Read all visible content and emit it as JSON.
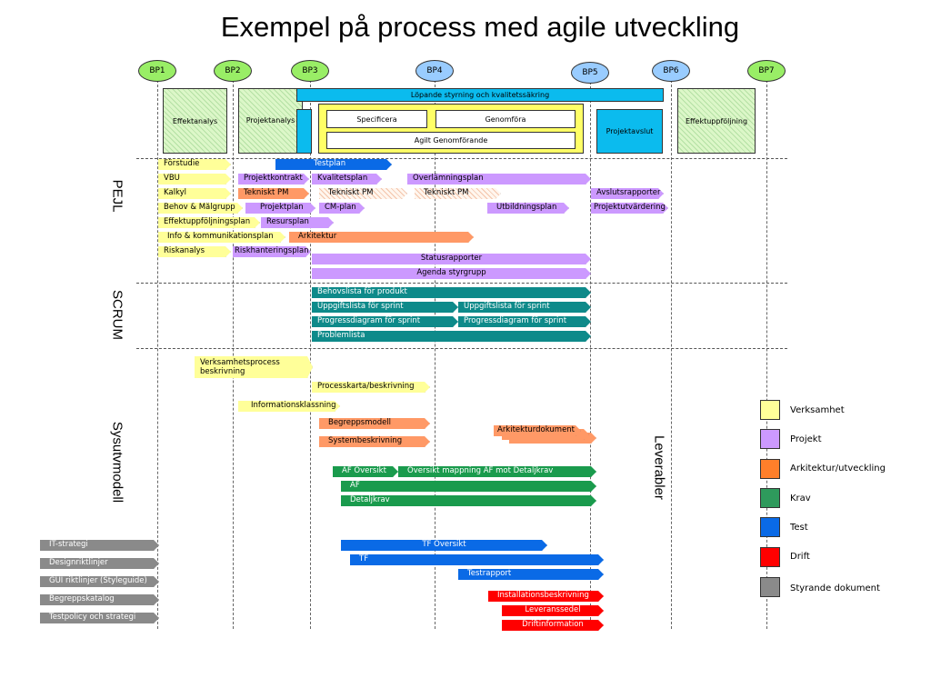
{
  "title": "Exempel på process med agile utveckling",
  "bps": [
    {
      "label": "BP1",
      "color": "#99ee66"
    },
    {
      "label": "BP2",
      "color": "#99ee66"
    },
    {
      "label": "BP3",
      "color": "#99ee66"
    },
    {
      "label": "BP4",
      "color": "#99ccff"
    },
    {
      "label": "BP5",
      "color": "#99ccff"
    },
    {
      "label": "BP6",
      "color": "#99ccff"
    },
    {
      "label": "BP7",
      "color": "#99ee66"
    }
  ],
  "top_boxes": {
    "effektanalys": "Effektanalys",
    "projektanalys": "Projektanalys",
    "lopande": "Löpande styrning och kvalitetssäkring",
    "specificera": "Specificera",
    "genomfora": "Genomföra",
    "agilt": "Agilt Genomförande",
    "projektavslut": "Projektavslut",
    "effektuppfoljning": "Effektuppföljning"
  },
  "sections": {
    "pejl": "PEJL",
    "scrum": "SCRUM",
    "sysutv": "Sysutvmodell",
    "leverabler": "Leverabler"
  },
  "bars": [
    {
      "label": "Förstudie",
      "color": "y"
    },
    {
      "label": "Testplan",
      "color": "b"
    },
    {
      "label": "VBU",
      "color": "y"
    },
    {
      "label": "Projektkontrakt",
      "color": "p"
    },
    {
      "label": "Kvalitetsplan",
      "color": "p"
    },
    {
      "label": "Överlämningsplan",
      "color": "p"
    },
    {
      "label": "Kalkyl",
      "color": "y"
    },
    {
      "label": "Tekniskt PM",
      "color": "o"
    },
    {
      "label": "Tekniskt PM",
      "color": "h"
    },
    {
      "label": "Tekniskt PM",
      "color": "h"
    },
    {
      "label": "Avslutsrapporter",
      "color": "p"
    },
    {
      "label": "Behov & Målgrupp",
      "color": "y"
    },
    {
      "label": "Projektplan",
      "color": "p"
    },
    {
      "label": "CM-plan",
      "color": "p"
    },
    {
      "label": "Utbildningsplan",
      "color": "p"
    },
    {
      "label": "Projektutvärdering",
      "color": "p"
    },
    {
      "label": "Effektuppföljningsplan",
      "color": "y"
    },
    {
      "label": "Resursplan",
      "color": "p"
    },
    {
      "label": "Info & kommunikationsplan",
      "color": "y"
    },
    {
      "label": "Arkitektur",
      "color": "o"
    },
    {
      "label": "Riskanalys",
      "color": "y"
    },
    {
      "label": "Riskhanteringsplan",
      "color": "p"
    },
    {
      "label": "Statusrapporter",
      "color": "p"
    },
    {
      "label": "Agenda styrgrupp",
      "color": "p"
    },
    {
      "label": "Behovslista för produkt",
      "color": "t"
    },
    {
      "label": "Uppgiftslista för sprint",
      "color": "t"
    },
    {
      "label": "Uppgiftslista för sprint",
      "color": "t"
    },
    {
      "label": "Progressdiagram för sprint",
      "color": "t"
    },
    {
      "label": "Progressdiagram för sprint",
      "color": "t"
    },
    {
      "label": "Problemlista",
      "color": "t"
    },
    {
      "label": "Verksamhetsprocess beskrivning",
      "color": "y"
    },
    {
      "label": "Processkarta/beskrivning",
      "color": "y"
    },
    {
      "label": "Informationsklassning",
      "color": "y"
    },
    {
      "label": "Begreppsmodell",
      "color": "o"
    },
    {
      "label": "Systembeskrivning",
      "color": "o"
    },
    {
      "label": "Arkitekturdokument",
      "color": "o"
    },
    {
      "label": "AF Översikt",
      "color": "g"
    },
    {
      "label": "Översikt mappning AF mot Detaljkrav",
      "color": "g"
    },
    {
      "label": "AF",
      "color": "g"
    },
    {
      "label": "Detaljkrav",
      "color": "g"
    },
    {
      "label": "IT-strategi",
      "color": "gr"
    },
    {
      "label": "TF Översikt",
      "color": "b"
    },
    {
      "label": "Designriktlinjer",
      "color": "gr"
    },
    {
      "label": "TF",
      "color": "b"
    },
    {
      "label": "GUI riktlinjer (Styleguide)",
      "color": "gr"
    },
    {
      "label": "Testrapport",
      "color": "b"
    },
    {
      "label": "Begreppskatalog",
      "color": "gr"
    },
    {
      "label": "Installationsbeskrivning",
      "color": "r"
    },
    {
      "label": "Leveranssedel",
      "color": "r"
    },
    {
      "label": "Testpolicy och strategi",
      "color": "gr"
    },
    {
      "label": "Driftinformation",
      "color": "r"
    }
  ],
  "legend": [
    {
      "label": "Verksamhet",
      "color": "#ffff99"
    },
    {
      "label": "Projekt",
      "color": "#cc99ff"
    },
    {
      "label": "Arkitektur/utveckling",
      "color": "#ff7f2a"
    },
    {
      "label": "Krav",
      "color": "#2e9a5c"
    },
    {
      "label": "Test",
      "color": "#0a6ae6"
    },
    {
      "label": "Drift",
      "color": "#ff0000"
    },
    {
      "label": "Styrande dokument",
      "color": "#8a8a8a"
    }
  ]
}
